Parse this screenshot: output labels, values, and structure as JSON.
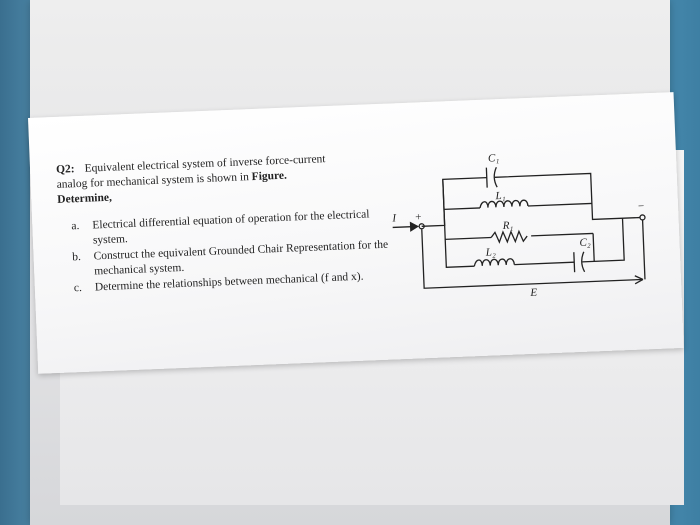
{
  "question": {
    "number": "Q2:",
    "intro_line1": "Equivalent electrical system of inverse force-current",
    "intro_line2": "analog for mechanical system is shown in",
    "figure_word": "Figure.",
    "determine": "Determine,",
    "items": [
      {
        "letter": "a.",
        "text": "Electrical differential equation of operation for the electrical system."
      },
      {
        "letter": "b.",
        "text": "Construct the equivalent Grounded Chair Representation for the mechanical system."
      },
      {
        "letter": "c.",
        "text": "Determine the relationships between mechanical (f and x)."
      }
    ]
  },
  "circuit": {
    "labels": {
      "c1": "C₁",
      "l1": "L₁",
      "r1": "R₁",
      "l2": "L₂",
      "c2": "C₂",
      "source": "I",
      "plus": "+",
      "minus": "−",
      "e": "E"
    }
  }
}
